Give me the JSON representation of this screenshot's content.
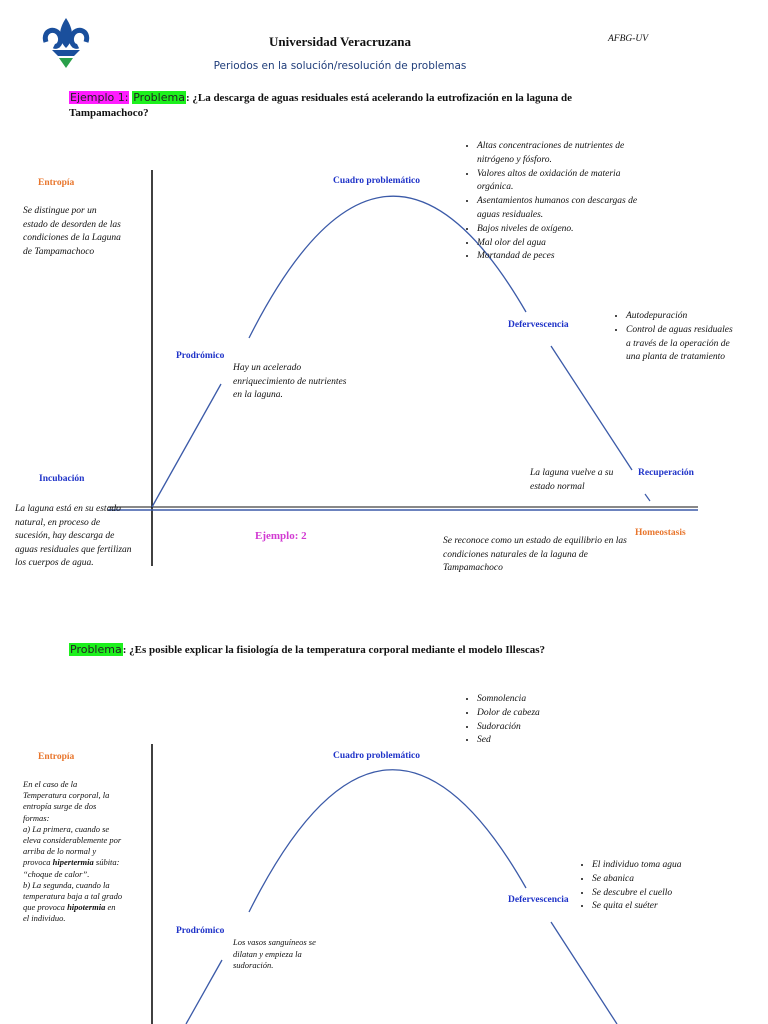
{
  "header": {
    "university": "Universidad Veracruzana",
    "code": "AFBG-UV",
    "subtitle": "Periodos en la solución/resolución de problemas"
  },
  "section1": {
    "example_tag": "Ejemplo 1:",
    "problem_tag": "Problema",
    "question": ": ¿La descarga de aguas residuales está acelerando la eutrofización en la laguna de Tampamachoco?",
    "entropia_label": "Entropía",
    "entropia_text": "Se distingue por un estado de desorden de las condiciones de la Laguna de Tampamachoco",
    "cuadro_label": "Cuadro problemático",
    "cuadro_bullets": [
      "Altas concentraciones de nutrientes de nitrógeno y fósforo.",
      "Valores altos de oxidación de materia orgánica.",
      "Asentamientos humanos con descargas de aguas residuales.",
      "Bajos niveles de oxígeno.",
      "Mal olor del agua",
      "Mortandad de peces"
    ],
    "defervescencia_label": "Defervescencia",
    "defervescencia_bullets": [
      "Autodepuración",
      "Control de aguas residuales  a través de la operación de una planta de tratamiento"
    ],
    "prodromico_label": "Prodrómico",
    "prodromico_text": "Hay un acelerado enriquecimiento de nutrientes en la laguna.",
    "incubacion_label": "Incubación",
    "incubacion_text": "La laguna está en su estado natural, en proceso de sucesión, hay descarga de aguas residuales que fertilizan los cuerpos de agua.",
    "recuperacion_label": "Recuperación",
    "recuperacion_text": "La laguna vuelve a su estado normal",
    "homeostasis_label": "Homeostasis",
    "homeostasis_text": "Se reconoce como un estado de equilibrio en las condiciones naturales de la laguna de Tampamachoco",
    "example2_label": "Ejemplo: 2"
  },
  "section2": {
    "problem_tag": "Problema",
    "question": ": ¿Es posible explicar la fisiología de la temperatura corporal mediante el modelo Illescas?",
    "cuadro_bullets": [
      "Somnolencia",
      "Dolor de cabeza",
      "Sudoración",
      "Sed"
    ],
    "entropia_label": "Entropía",
    "entropia_text_1": "En el caso de la Temperatura corporal, la entropía surge de dos formas:",
    "entropia_text_2": " a) La primera, cuando se eleva considerablemente por arriba de lo normal y provoca ",
    "entropia_bold_1": "hipertermia",
    "entropia_text_3": " súbita: “choque de calor”.",
    "entropia_text_4": "b) La segunda, cuando la temperatura baja a tal grado que provoca ",
    "entropia_bold_2": "hipotermia",
    "entropia_text_5": " en el individuo.",
    "cuadro_label": "Cuadro problemático",
    "defervescencia_label": "Defervescencia",
    "defervescencia_bullets": [
      "El individuo toma agua",
      "Se abanica",
      "Se descubre el cuello",
      "Se quita el suéter"
    ],
    "prodromico_label": "Prodrómico",
    "prodromico_text": "Los vasos sanguíneos se dilatan y empieza la sudoración."
  },
  "colors": {
    "orange": "#e8762d",
    "blue_label": "#1f33c8",
    "curve": "#3b5aa8",
    "magenta_highlight": "#ff1cff",
    "green_highlight": "#1df01d",
    "example2": "#d23ad2",
    "logo": "#1a4f9c",
    "logo_green": "#2aa04a"
  }
}
